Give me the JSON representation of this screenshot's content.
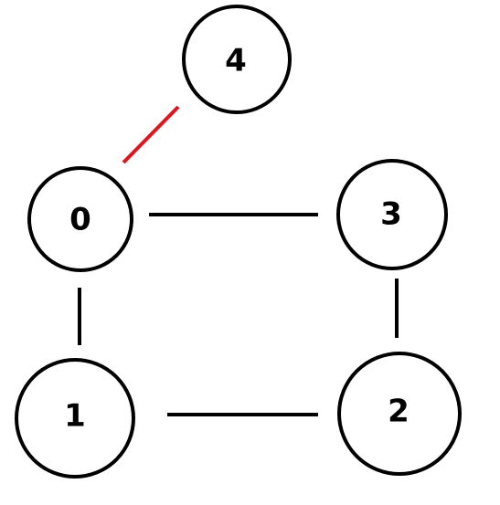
{
  "graph": {
    "nodes": [
      {
        "id": "node-0",
        "label": "0"
      },
      {
        "id": "node-1",
        "label": "1"
      },
      {
        "id": "node-2",
        "label": "2"
      },
      {
        "id": "node-3",
        "label": "3"
      },
      {
        "id": "node-4",
        "label": "4"
      }
    ],
    "edges": [
      {
        "from": "0",
        "to": "4",
        "color": "#e0141e",
        "highlighted": true
      },
      {
        "from": "0",
        "to": "3",
        "color": "#000000",
        "highlighted": false
      },
      {
        "from": "0",
        "to": "1",
        "color": "#000000",
        "highlighted": false
      },
      {
        "from": "3",
        "to": "2",
        "color": "#000000",
        "highlighted": false
      },
      {
        "from": "1",
        "to": "2",
        "color": "#000000",
        "highlighted": false
      }
    ]
  }
}
